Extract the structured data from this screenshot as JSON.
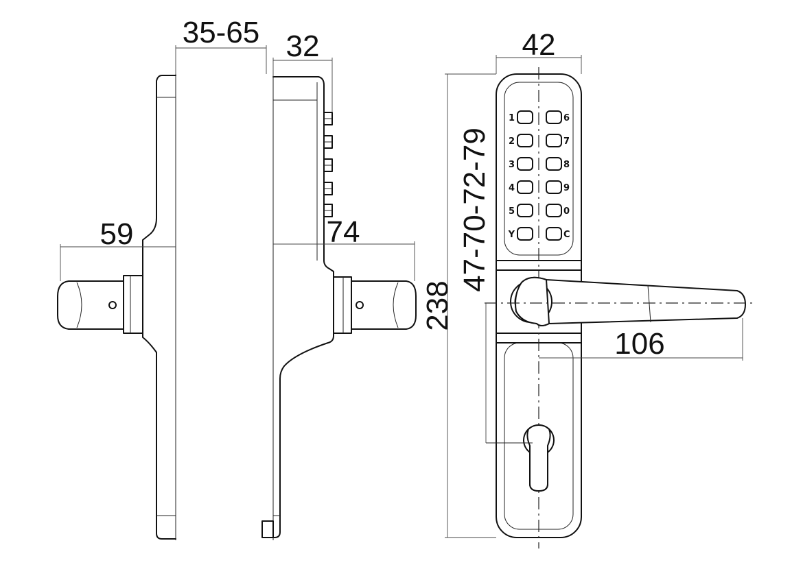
{
  "dimensions": {
    "door_thickness": "35-65",
    "keypad_depth": "32",
    "inner_knob_projection": "59",
    "outer_knob_projection": "74",
    "plate_width": "42",
    "spindle_to_cylinder": "47-70-72-79",
    "plate_height": "238",
    "lever_length": "106"
  },
  "keypad": {
    "left_keys": [
      "1",
      "2",
      "3",
      "4",
      "5",
      "Y"
    ],
    "right_keys": [
      "6",
      "7",
      "8",
      "9",
      "0",
      "C"
    ]
  }
}
